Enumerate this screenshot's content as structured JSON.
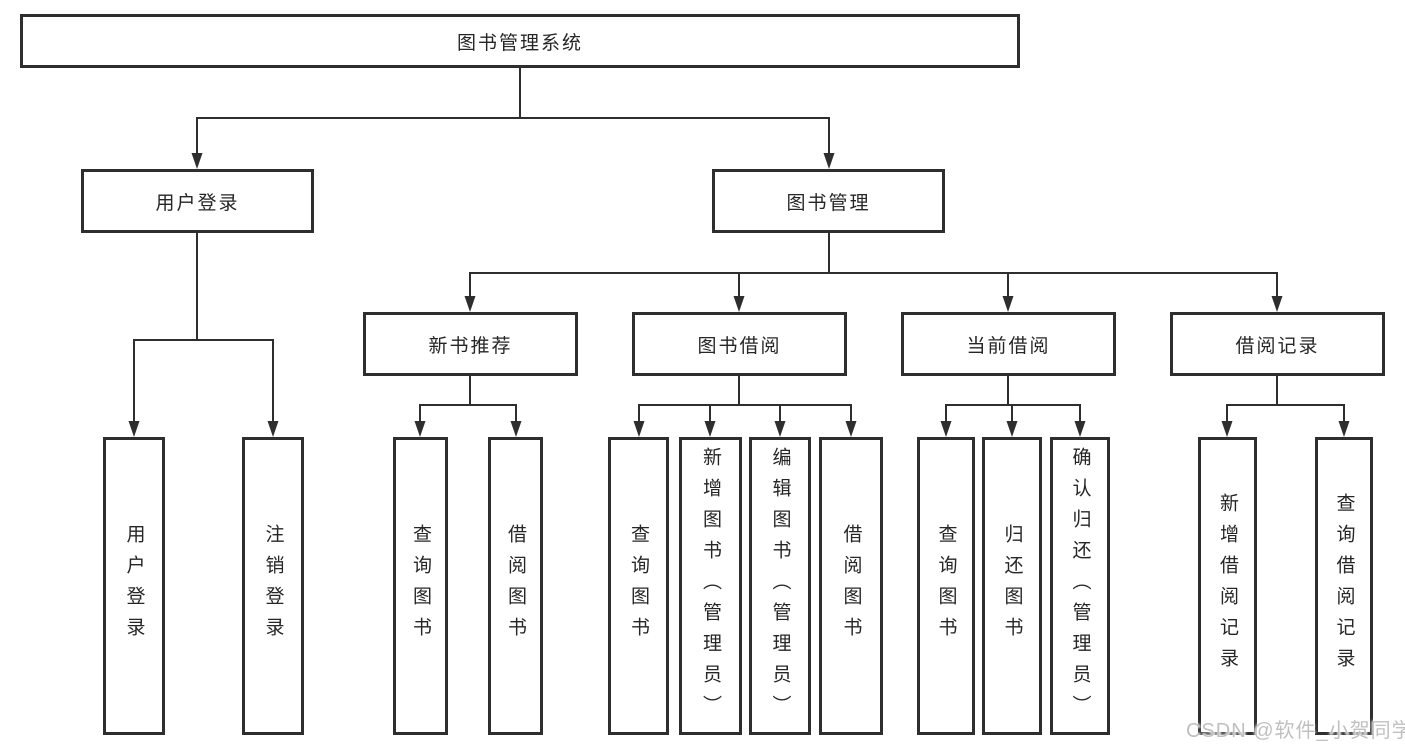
{
  "watermark": "CSDN @软件_小贺同学",
  "colors": {
    "line": "#2e2e2e",
    "text": "#262626",
    "background": "#ffffff",
    "watermark": "#c0c0c0"
  },
  "tree": {
    "root": "图书管理系统",
    "user_login": {
      "label": "用户登录",
      "children": [
        "用户登录",
        "注销登录"
      ]
    },
    "book_management": {
      "label": "图书管理",
      "sections": [
        {
          "label": "新书推荐",
          "children": [
            "查询图书",
            "借阅图书"
          ]
        },
        {
          "label": "图书借阅",
          "children": [
            "查询图书",
            "新增图书（管理员）",
            "编辑图书（管理员）",
            "借阅图书"
          ]
        },
        {
          "label": "当前借阅",
          "children": [
            "查询图书",
            "归还图书",
            "确认归还（管理员）"
          ]
        },
        {
          "label": "借阅记录",
          "children": [
            "新增借阅记录",
            "查询借阅记录"
          ]
        }
      ]
    }
  }
}
